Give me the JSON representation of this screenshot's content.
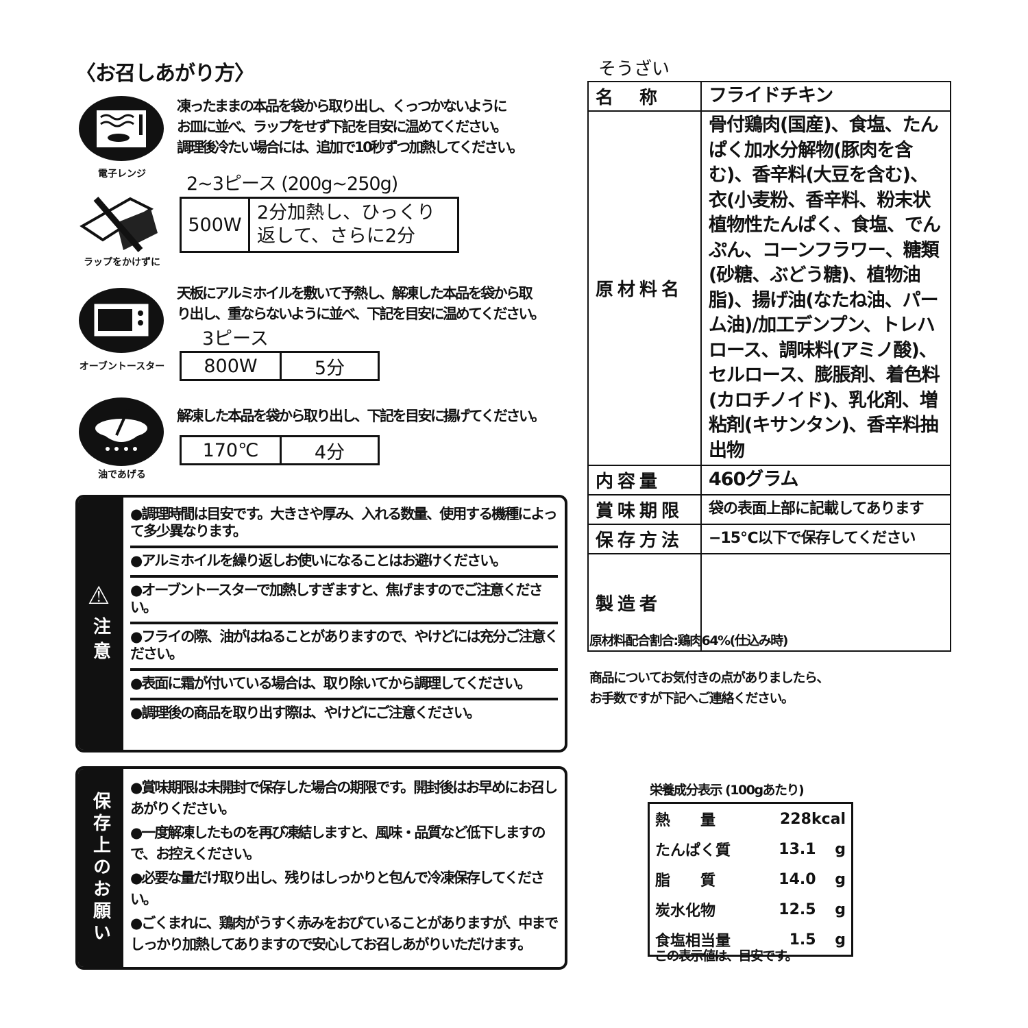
{
  "how_to_eat": {
    "heading": "〈お召しあがり方〉",
    "microwave": {
      "icon_label": "電子レンジ",
      "wrap_label": "ラップをかけずに",
      "instructions": [
        "凍ったままの本品を袋から取り出し、くっつかないように",
        "お皿に並べ、ラップをせず下記を目安に温めてください。",
        "調理後冷たい場合には、追加で10秒ずつ加熱してください。"
      ],
      "quantity": "2~3ピース (200g~250g)",
      "power": "500W",
      "time": [
        "2分加熱し、ひっくり",
        "返して、さらに2分"
      ]
    },
    "toaster": {
      "icon_label": "オーブントースター",
      "instructions": [
        "天板にアルミホイルを敷いて予熱し、解凍した本品を袋から取",
        "り出し、重ならないように並べ、下記を目安に温めてください。"
      ],
      "quantity": "3ピース",
      "power": "800W",
      "time": "5分"
    },
    "fry": {
      "icon_label": "油であげる",
      "instructions": "解凍した本品を袋から取り出し、下記を目安に揚げてください。",
      "temp": "170℃",
      "time": "4分"
    }
  },
  "caution": {
    "title": "注意",
    "items": [
      "●調理時間は目安です。大きさや厚み、入れる数量、使用する機種によって多少異なります。",
      "●アルミホイルを繰り返しお使いになることはお避けください。",
      "●オーブントースターで加熱しすぎますと、焦げますのでご注意ください。",
      "●フライの際、油がはねることがありますので、やけどには充分ご注意ください。",
      "●表面に霜が付いている場合は、取り除いてから調理してください。",
      "●調理後の商品を取り出す際は、やけどにご注意ください。"
    ]
  },
  "storage_notes": {
    "title": "保存上のお願い",
    "items": [
      "●賞味期限は未開封で保存した場合の期限です。開封後はお早めにお召しあがりください。",
      "●一度解凍したものを再び凍結しますと、風味・品質など低下しますので、お控えください。",
      "●必要な量だけ取り出し、残りはしっかりと包んで冷凍保存してください。",
      "●ごくまれに、鶏肉がうすく赤みをおびていることがありますが、中までしっかり加熱してありますので安心してお召しあがりいただけます。"
    ]
  },
  "spec": {
    "category": "そうざい",
    "rows": [
      {
        "label": "名　称",
        "value": "フライドチキン"
      },
      {
        "label": "原材料名",
        "value": "骨付鶏肉(国産)、食塩、たんぱく加水分解物(豚肉を含む)、香辛料(大豆を含む)、衣(小麦粉、香辛料、粉末状植物性たんぱく、食塩、でんぷん、コーンフラワー、糖類(砂糖、ぶどう糖)、植物油脂)、揚げ油(なたね油、パーム油)/加工デンプン、トレハロース、調味料(アミノ酸)、セルロース、膨脹剤、着色料(カロチノイド)、乳化剤、増粘剤(キサンタン)、香辛料抽出物"
      },
      {
        "label": "内容量",
        "value": "460グラム"
      },
      {
        "label": "賞味期限",
        "value": "袋の表面上部に記載してあります"
      },
      {
        "label": "保存方法",
        "value": "−15℃以下で保存してください"
      },
      {
        "label": "製造者",
        "value": ""
      }
    ],
    "ratio": "原材料配合割合:鶏肉64%(仕込み時)",
    "contact": [
      "商品についてお気付きの点がありましたら、",
      "お手数ですが下記へご連絡ください。"
    ]
  },
  "nutrition": {
    "title": "栄養成分表示 (100gあたり)",
    "rows": [
      {
        "name": "熱　　量",
        "value": "228",
        "unit": "kcal"
      },
      {
        "name": "たんぱく質",
        "value": "13.1",
        "unit": "g"
      },
      {
        "name": "脂　　質",
        "value": "14.0",
        "unit": "g"
      },
      {
        "name": "炭水化物",
        "value": "12.5",
        "unit": "g"
      },
      {
        "name": "食塩相当量",
        "value": "1.5",
        "unit": "g"
      }
    ],
    "note": "この表示値は、目安です。"
  }
}
